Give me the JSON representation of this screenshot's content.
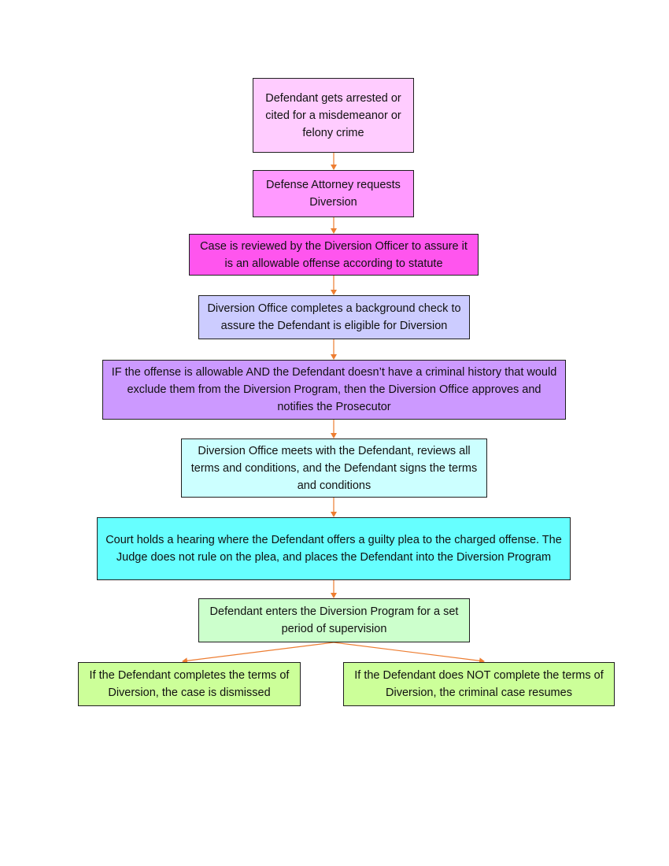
{
  "colors": {
    "arrow": "#ed7d31",
    "border": "#1f1f1f"
  },
  "steps": [
    {
      "id": "arrest",
      "text": "Defendant gets arrested or cited for a misdemeanor or felony crime",
      "fill": "#ffccff"
    },
    {
      "id": "request",
      "text": "Defense Attorney requests Diversion",
      "fill": "#ff99ff"
    },
    {
      "id": "review",
      "text": "Case is reviewed by the Diversion Officer to assure it is an allowable offense according to statute",
      "fill": "#ff55ee"
    },
    {
      "id": "background",
      "text": "Diversion Office completes a background check to assure the Defendant is eligible for Diversion",
      "fill": "#ccccff"
    },
    {
      "id": "approval",
      "text": "IF the offense is allowable AND the Defendant doesn’t have a criminal history that would exclude them from the Diversion Program, then the Diversion Office approves and notifies the Prosecutor",
      "fill": "#cc99ff"
    },
    {
      "id": "meeting",
      "text": "Diversion Office meets with the Defendant, reviews all terms and conditions, and the Defendant signs the terms and conditions",
      "fill": "#ccffff"
    },
    {
      "id": "hearing",
      "text": "Court holds a hearing where the Defendant offers a guilty plea to the charged offense.  The Judge does not rule on the plea, and places the Defendant into the Diversion Program",
      "fill": "#66ffff"
    },
    {
      "id": "supervision",
      "text": "Defendant enters the Diversion Program for a set period of supervision",
      "fill": "#ccffcc"
    }
  ],
  "outcomes": [
    {
      "id": "dismissed",
      "text": "If the Defendant completes the terms of Diversion, the case is dismissed",
      "fill": "#ccff99"
    },
    {
      "id": "resumes",
      "text": "If the Defendant does NOT complete the terms of Diversion, the criminal case resumes",
      "fill": "#ccff99"
    }
  ]
}
